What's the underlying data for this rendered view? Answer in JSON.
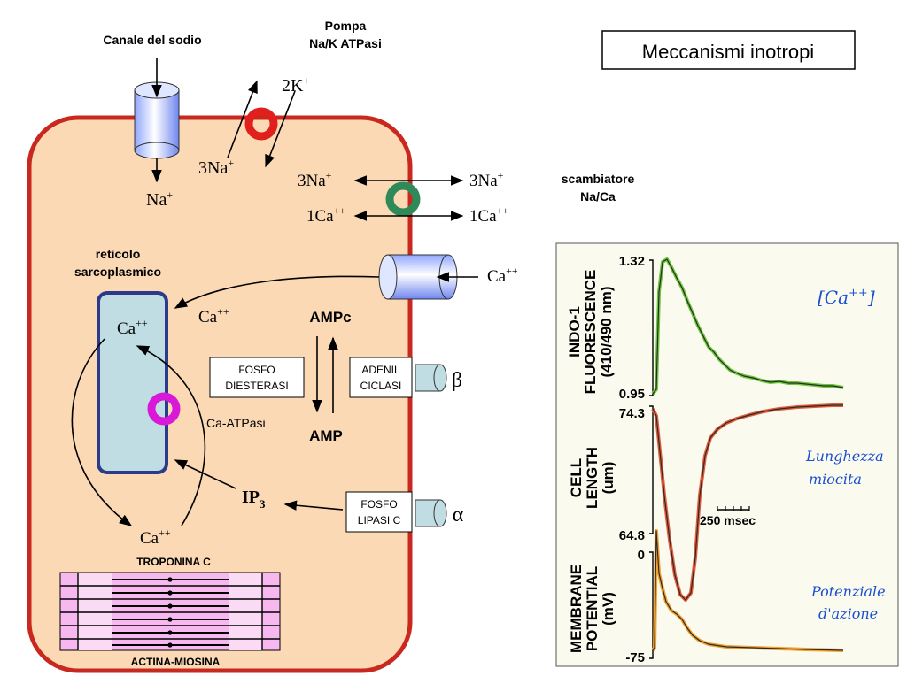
{
  "title": "Meccanismi inotropi",
  "membrane": {
    "sodium_channel": "Canale del sodio",
    "sodium_inside": "Na",
    "sodium_sup": "+",
    "pump_line1": "Pompa",
    "pump_line2": "Na/K ATPasi",
    "pump_k": "2K",
    "pump_k_sup": "+",
    "pump_na": "3Na",
    "pump_na_sup": "+",
    "exchanger_line1": "scambiatore",
    "exchanger_line2": "Na/Ca",
    "exch_na_in": "3Na",
    "exch_na_in_sup": "+",
    "exch_ca_in": "1Ca",
    "exch_ca_in_sup": "++",
    "exch_na_out": "3Na",
    "exch_na_out_sup": "+",
    "exch_ca_out": "1Ca",
    "exch_ca_out_sup": "++",
    "ca_channel_ext": "Ca",
    "ca_channel_ext_sup": "++"
  },
  "cell": {
    "sr_line1": "reticolo",
    "sr_line2": "sarcoplasmico",
    "sr_ca": "Ca",
    "sr_ca_sup": "++",
    "ca_cyto": "Ca",
    "ca_cyto_sup": "++",
    "ca_atpase": "Ca-ATPasi",
    "ampc": "AMPc",
    "amp": "AMP",
    "pde_line1": "FOSFO",
    "pde_line2": "DIESTERASI",
    "ac_line1": "ADENIL",
    "ac_line2": "CICLASI",
    "beta": "β",
    "plc_line1": "FOSFO",
    "plc_line2": "LIPASI C",
    "alpha": "α",
    "ip3": "IP",
    "ip3_sub": "3",
    "ca_bottom": "Ca",
    "ca_bottom_sup": "++",
    "troponin": "TROPONINA C",
    "actomyosin": "ACTINA-MIOSINA"
  },
  "traces": {
    "indo_label1": "INDO-1",
    "indo_label2": "FLUORESCENCE",
    "indo_label3": "(410/490 nm)",
    "indo_max": "1.32",
    "indo_min": "0.95",
    "cell_label1": "CELL",
    "cell_label2": "LENGTH",
    "cell_label3": "(um)",
    "len_max": "74.3",
    "len_min": "64.8",
    "scale_bar": "250 msec",
    "mp_label1": "MEMBRANE",
    "mp_label2": "POTENTIAL",
    "mp_label3": "(mV)",
    "mp_max": "0",
    "mp_min": "-75",
    "note_ca": "[Ca",
    "note_ca_sup": "++",
    "note_ca_end": "]",
    "note_length1": "Lunghezza",
    "note_length2": "miocita",
    "note_ap1": "Potenziale",
    "note_ap2": "d'azione"
  },
  "colors": {
    "cell_fill": "#fbd9b5",
    "cell_border": "#c8281e",
    "sr_fill": "#bfdde3",
    "sr_border": "#2c3a8c",
    "pump_ring": "#e0201c",
    "exchanger_ring": "#2f8a5a",
    "atpase_ring": "#d81ad8",
    "fluor_trace": "#6ac83a",
    "length_trace": "#e05a3a",
    "mp_trace": "#f0a030",
    "note_ink": "#1a4fd0",
    "paper": "#fbfaee"
  }
}
